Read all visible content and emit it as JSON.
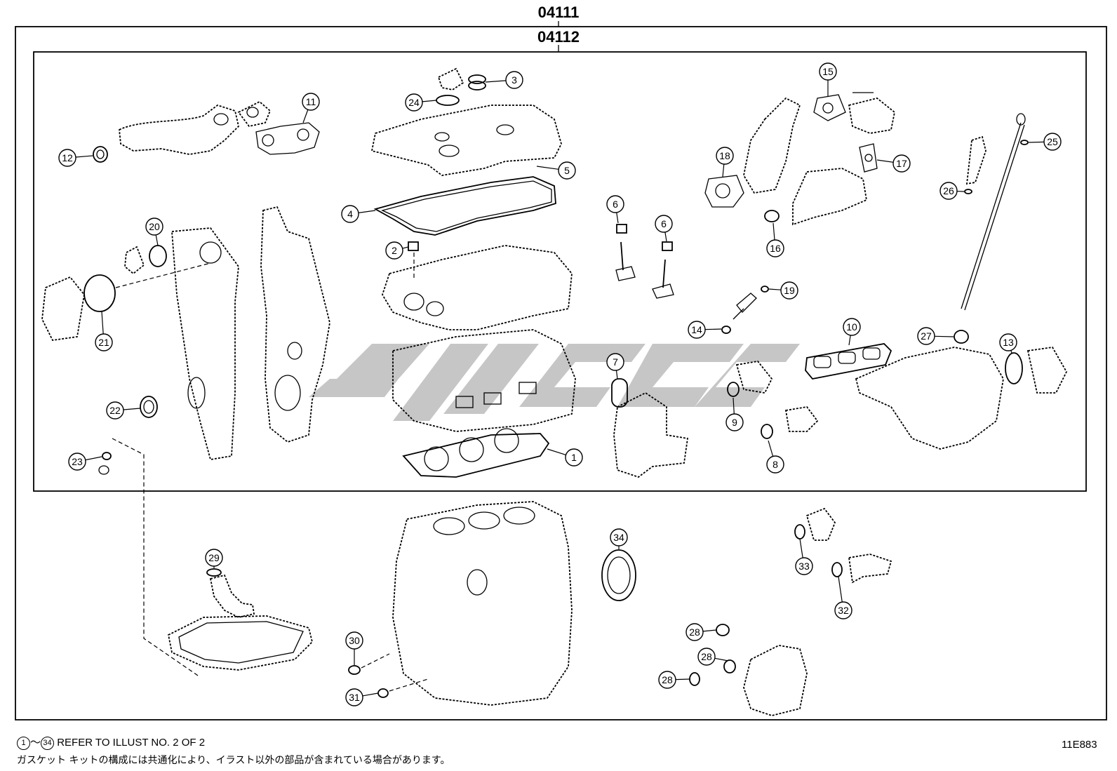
{
  "kits": {
    "outer_code": "04111",
    "inner_code": "04112"
  },
  "callouts": [
    {
      "id": "c1",
      "label": "1"
    },
    {
      "id": "c2",
      "label": "2"
    },
    {
      "id": "c3",
      "label": "3"
    },
    {
      "id": "c4",
      "label": "4"
    },
    {
      "id": "c5",
      "label": "5"
    },
    {
      "id": "c6a",
      "label": "6"
    },
    {
      "id": "c6b",
      "label": "6"
    },
    {
      "id": "c7",
      "label": "7"
    },
    {
      "id": "c8",
      "label": "8"
    },
    {
      "id": "c9",
      "label": "9"
    },
    {
      "id": "c10",
      "label": "10"
    },
    {
      "id": "c11",
      "label": "11"
    },
    {
      "id": "c12",
      "label": "12"
    },
    {
      "id": "c13",
      "label": "13"
    },
    {
      "id": "c14",
      "label": "14"
    },
    {
      "id": "c15",
      "label": "15"
    },
    {
      "id": "c16",
      "label": "16"
    },
    {
      "id": "c17",
      "label": "17"
    },
    {
      "id": "c18",
      "label": "18"
    },
    {
      "id": "c19",
      "label": "19"
    },
    {
      "id": "c20",
      "label": "20"
    },
    {
      "id": "c21",
      "label": "21"
    },
    {
      "id": "c22",
      "label": "22"
    },
    {
      "id": "c23",
      "label": "23"
    },
    {
      "id": "c24",
      "label": "24"
    },
    {
      "id": "c25",
      "label": "25"
    },
    {
      "id": "c26",
      "label": "26"
    },
    {
      "id": "c27",
      "label": "27"
    },
    {
      "id": "c28a",
      "label": "28"
    },
    {
      "id": "c28b",
      "label": "28"
    },
    {
      "id": "c28c",
      "label": "28"
    },
    {
      "id": "c29",
      "label": "29"
    },
    {
      "id": "c30",
      "label": "30"
    },
    {
      "id": "c31",
      "label": "31"
    },
    {
      "id": "c32",
      "label": "32"
    },
    {
      "id": "c33",
      "label": "33"
    },
    {
      "id": "c34",
      "label": "34"
    }
  ],
  "footer": {
    "range_start": "1",
    "range_sep": "～",
    "range_end": "34",
    "note_en": "REFER TO ILLUST NO. 2 OF 2",
    "note_jp": "ガスケット キットの構成には共通化により、イラスト以外の部品が含まれている場合があります。",
    "illust_id": "11E883"
  }
}
